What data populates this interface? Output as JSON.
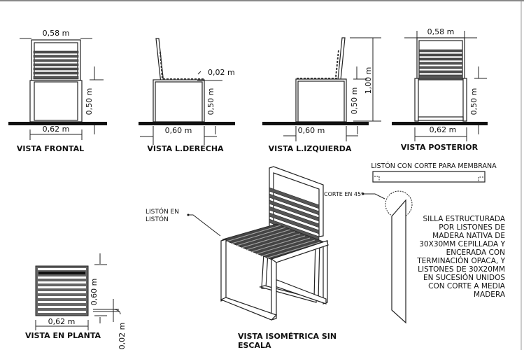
{
  "views": {
    "frontal": {
      "title": "VISTA FRONTAL",
      "width_top": "0,58 m",
      "width_bottom": "0,62 m",
      "seat_height": "0,50 m"
    },
    "derecha": {
      "title": "VISTA L.DERECHA",
      "slat_thickness": "0,02 m",
      "seat_height": "0,50 m",
      "depth": "0,60 m"
    },
    "izquierda": {
      "title": "VISTA L.IZQUIERDA",
      "seat_height": "0,50 m",
      "total_height": "1,00 m",
      "depth": "0,60 m"
    },
    "posterior": {
      "title": "VISTA POSTERIOR",
      "width_top": "0,58 m",
      "width_bottom": "0,62 m",
      "seat_height": "0,50 m"
    },
    "planta": {
      "title": "VISTA EN PLANTA",
      "depth": "0,60 m",
      "width": "0,62 m",
      "slat_thickness": "0,02 m"
    },
    "isometrica": {
      "title_line1": "VISTA ISOMÉTRICA SIN",
      "title_line2": "ESCALA",
      "callout_line1": "LISTÓN EN",
      "callout_line2": "LISTÓN"
    }
  },
  "detail": {
    "title": "LISTÓN CON CORTE PARA MEMBRANA",
    "cut_label": "CORTE EN 45º"
  },
  "description": [
    "SILLA ESTRUCTURADA",
    "POR LISTONES DE",
    "MADERA NATIVA DE",
    "30X30MM CEPILLADA Y",
    "ENCERADA CON",
    "TERMINACIÓN OPACA, Y",
    "LISTONES DE 30X20MM",
    "EN SUCESIÓN UNIDOS",
    "CON CORTE A MEDIA",
    "MADERA"
  ]
}
